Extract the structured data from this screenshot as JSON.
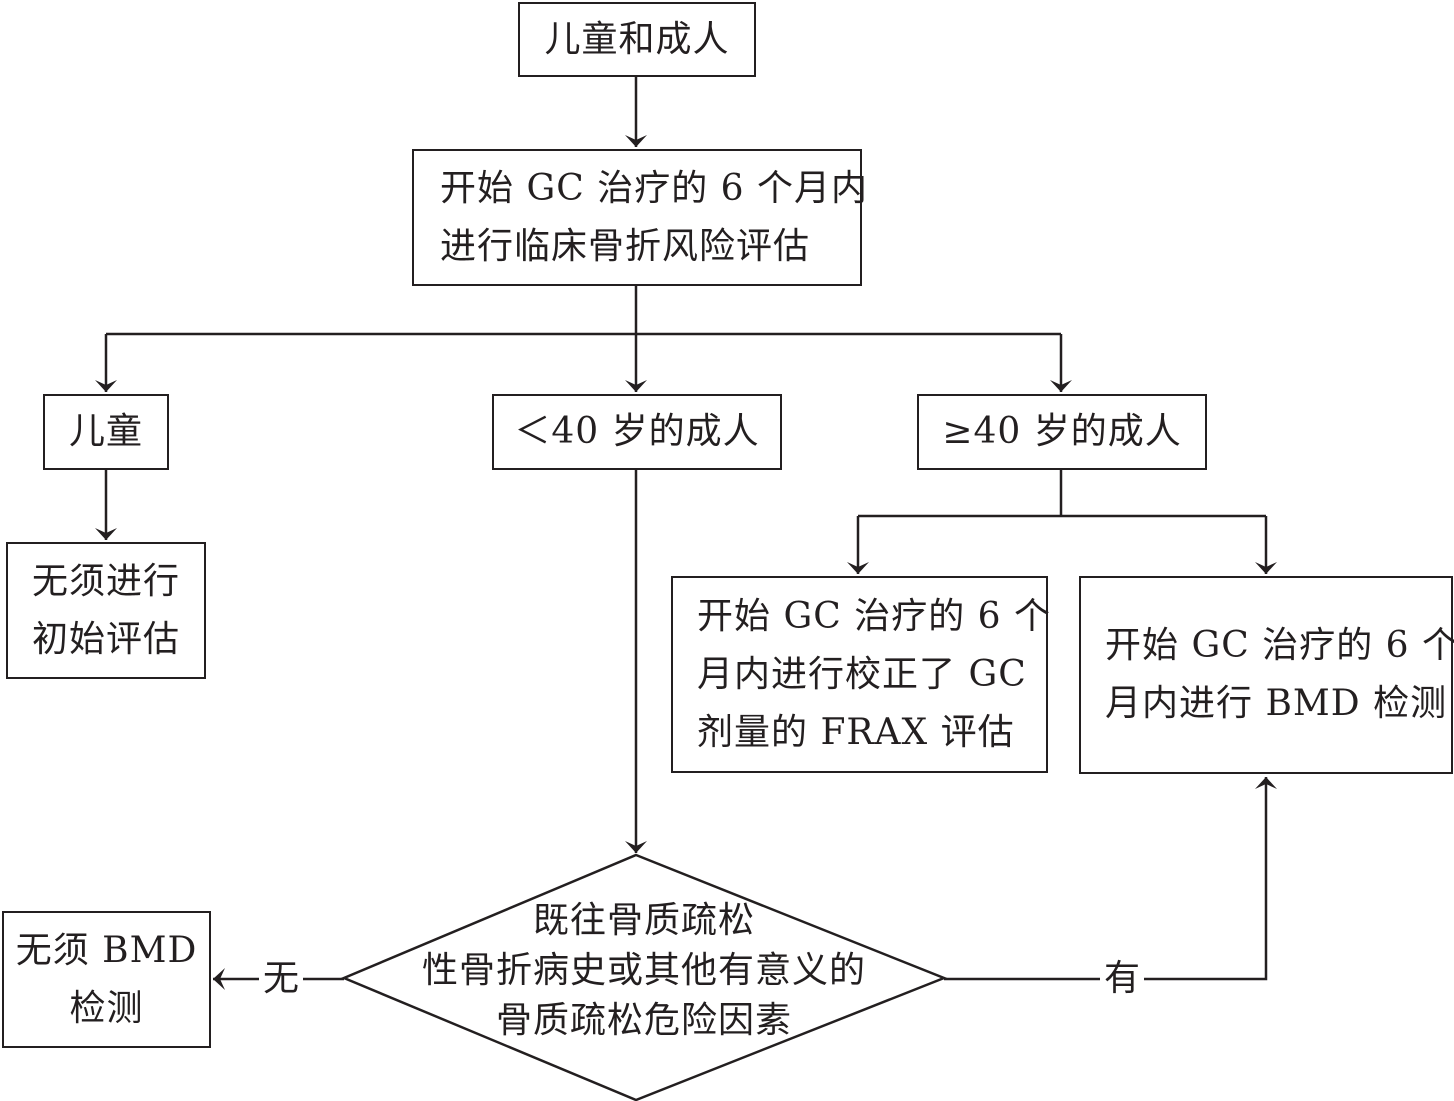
{
  "flowchart": {
    "start": {
      "text": "儿童和成人"
    },
    "assess": {
      "lines": [
        "开始 GC 治疗的 6 个月内",
        "进行临床骨折风险评估"
      ]
    },
    "children": {
      "text": "儿童"
    },
    "under40": {
      "text": "＜40 岁的成人"
    },
    "over40": {
      "text": "≥40 岁的成人"
    },
    "no_initial": {
      "lines": [
        "无须进行",
        "初始评估"
      ]
    },
    "frax": {
      "lines": [
        "开始 GC 治疗的 6 个",
        "月内进行校正了 GC",
        "剂量的 FRAX 评估"
      ]
    },
    "bmd": {
      "lines": [
        "开始 GC 治疗的 6 个",
        "月内进行 BMD 检测"
      ]
    },
    "decision": {
      "lines": [
        "既往骨质疏松",
        "性骨折病史或其他有意义的",
        "骨质疏松危险因素"
      ]
    },
    "no_bmd": {
      "lines": [
        "无须 BMD",
        "检测"
      ]
    },
    "edge_no": "无",
    "edge_yes": "有"
  }
}
